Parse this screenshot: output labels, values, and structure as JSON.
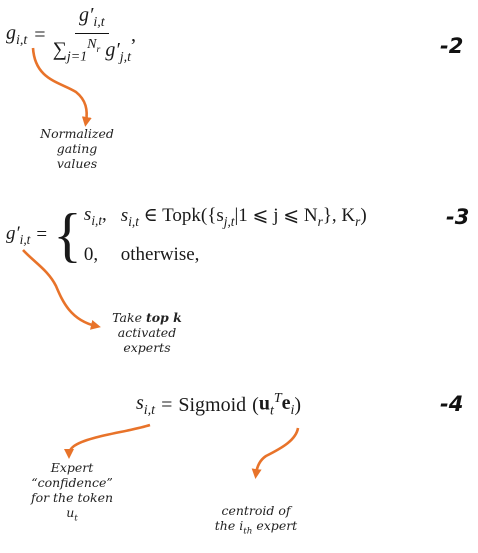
{
  "equations": [
    {
      "id": "eq2",
      "lhs": "g",
      "lhs_sub": "i,t",
      "equals": "=",
      "numerator": "g′",
      "numerator_sub": "i,t",
      "den_sum": "∑",
      "den_sum_sub": "j=1",
      "den_sum_sup": "N",
      "den_sum_sup_sub": "r",
      "den_term": "g′",
      "den_term_sub": "j,t",
      "trailing": ",",
      "number": "-2",
      "note": [
        "Normalized",
        "gating",
        "values"
      ]
    },
    {
      "id": "eq3",
      "lhs": "g′",
      "lhs_sub": "i,t",
      "equals": "=",
      "case1_value": "s",
      "case1_value_sub": "i,t",
      "case1_comma": ",",
      "case1_cond": "s",
      "case1_cond_sub": "i,t",
      "case1_cond_rest": " ∈ Topk({s",
      "case1_cond_inner_sub": "j,t",
      "case1_cond_mid": "|1 ⩽ j ⩽ N",
      "case1_cond_mid_sub": "r",
      "case1_cond_end": "}, K",
      "case1_cond_end_sub": "r",
      "case1_cond_close": ")",
      "case2_value": "0,",
      "case2_cond": "otherwise,",
      "number": "-3",
      "note_prefix": "Take ",
      "note_bold": "top k",
      "note_rest": [
        "activated",
        "experts"
      ]
    },
    {
      "id": "eq4",
      "lhs": "s",
      "lhs_sub": "i,t",
      "equals": "=",
      "func": "Sigmoid",
      "open": "(",
      "u": "u",
      "u_sub": "t",
      "u_sup": "T",
      "e": "e",
      "e_sub": "i",
      "close": ")",
      "number": "-4",
      "note_left": [
        "Expert",
        "“confidence”",
        "for the token",
        "u"
      ],
      "note_left_sub": "t",
      "note_right": [
        "centroid of",
        "the i"
      ],
      "note_right_sub": "th",
      "note_right_tail": " expert"
    }
  ],
  "colors": {
    "arrow": "#e8732a",
    "text": "#1a1a1a"
  }
}
